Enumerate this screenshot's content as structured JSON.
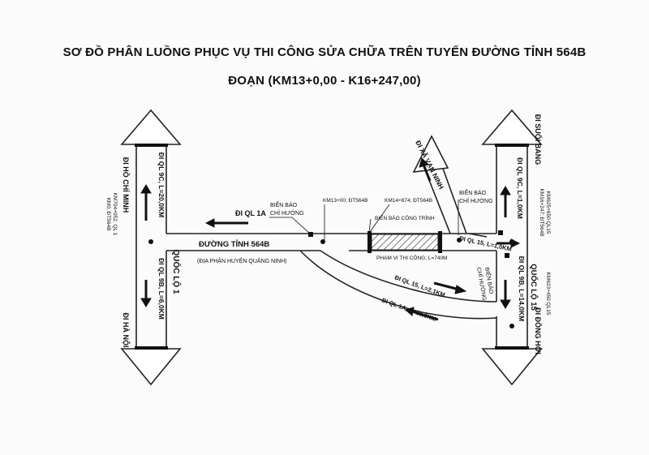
{
  "title_line1": "SƠ ĐỒ PHÂN LUỒNG PHỤC VỤ THI CÔNG SỬA CHỮA TRÊN TUYẾN ĐƯỜNG TỈNH 564B",
  "title_line2": "ĐOẠN (KM13+0,00 - K16+247,00)",
  "roads": {
    "dt564b": "ĐƯỜNG TỈNH 564B",
    "dt564b_note": "(ĐỊA PHẬN HUYỆN QUẢNG NINH)",
    "ql1": "QUỐC LỘ 1",
    "ql15": "QUỐC LỘ 15"
  },
  "destinations": {
    "ho_chi_minh": "ĐI HỒ CHÍ MINH",
    "ha_noi": "ĐI HÀ NỘI",
    "suoi_bang": "ĐI SUỐI BANG",
    "dong_hoi": "ĐI ĐỒNG HỚI",
    "xa_van_ninh": "ĐI XÃ VẠN NINH"
  },
  "routes": {
    "ql9c_20": "ĐI QL 9C, L=20,0KM",
    "ql9b_6": "ĐI QL 9B, L=6,0KM",
    "ql1a": "ĐI QL 1A",
    "ql9c_1": "ĐI QL 9C, L=1,0KM",
    "ql15_1": "ĐI QL 15, L=1,0KM",
    "ql9b_14": "ĐI QL 9B, L=14,0KM",
    "ql15_2": "ĐI QL 15, L=2,1KM",
    "ql1a_10": "ĐI QL 1A, L=10,0KM"
  },
  "markers": {
    "km_left": "KM704+052, QL 1",
    "dt564b_small": "KM0, ĐT564B",
    "km13": "KM13+00; ĐT564B",
    "km14": "KM14+874; ĐT564B",
    "km16": "KM16+247; ĐT564B",
    "km25": "KM625+650 QL15",
    "km23": "KM623+450 QL15"
  },
  "signs": {
    "chi_huong_1": "BIỂN BÁO",
    "chi_huong_2": "CHỈ HƯỚNG",
    "cong_trinh": "BIỂN BÁO CÔNG TRÌNH",
    "work_zone": "PHẠM VI THI CÔNG; L=740M"
  }
}
